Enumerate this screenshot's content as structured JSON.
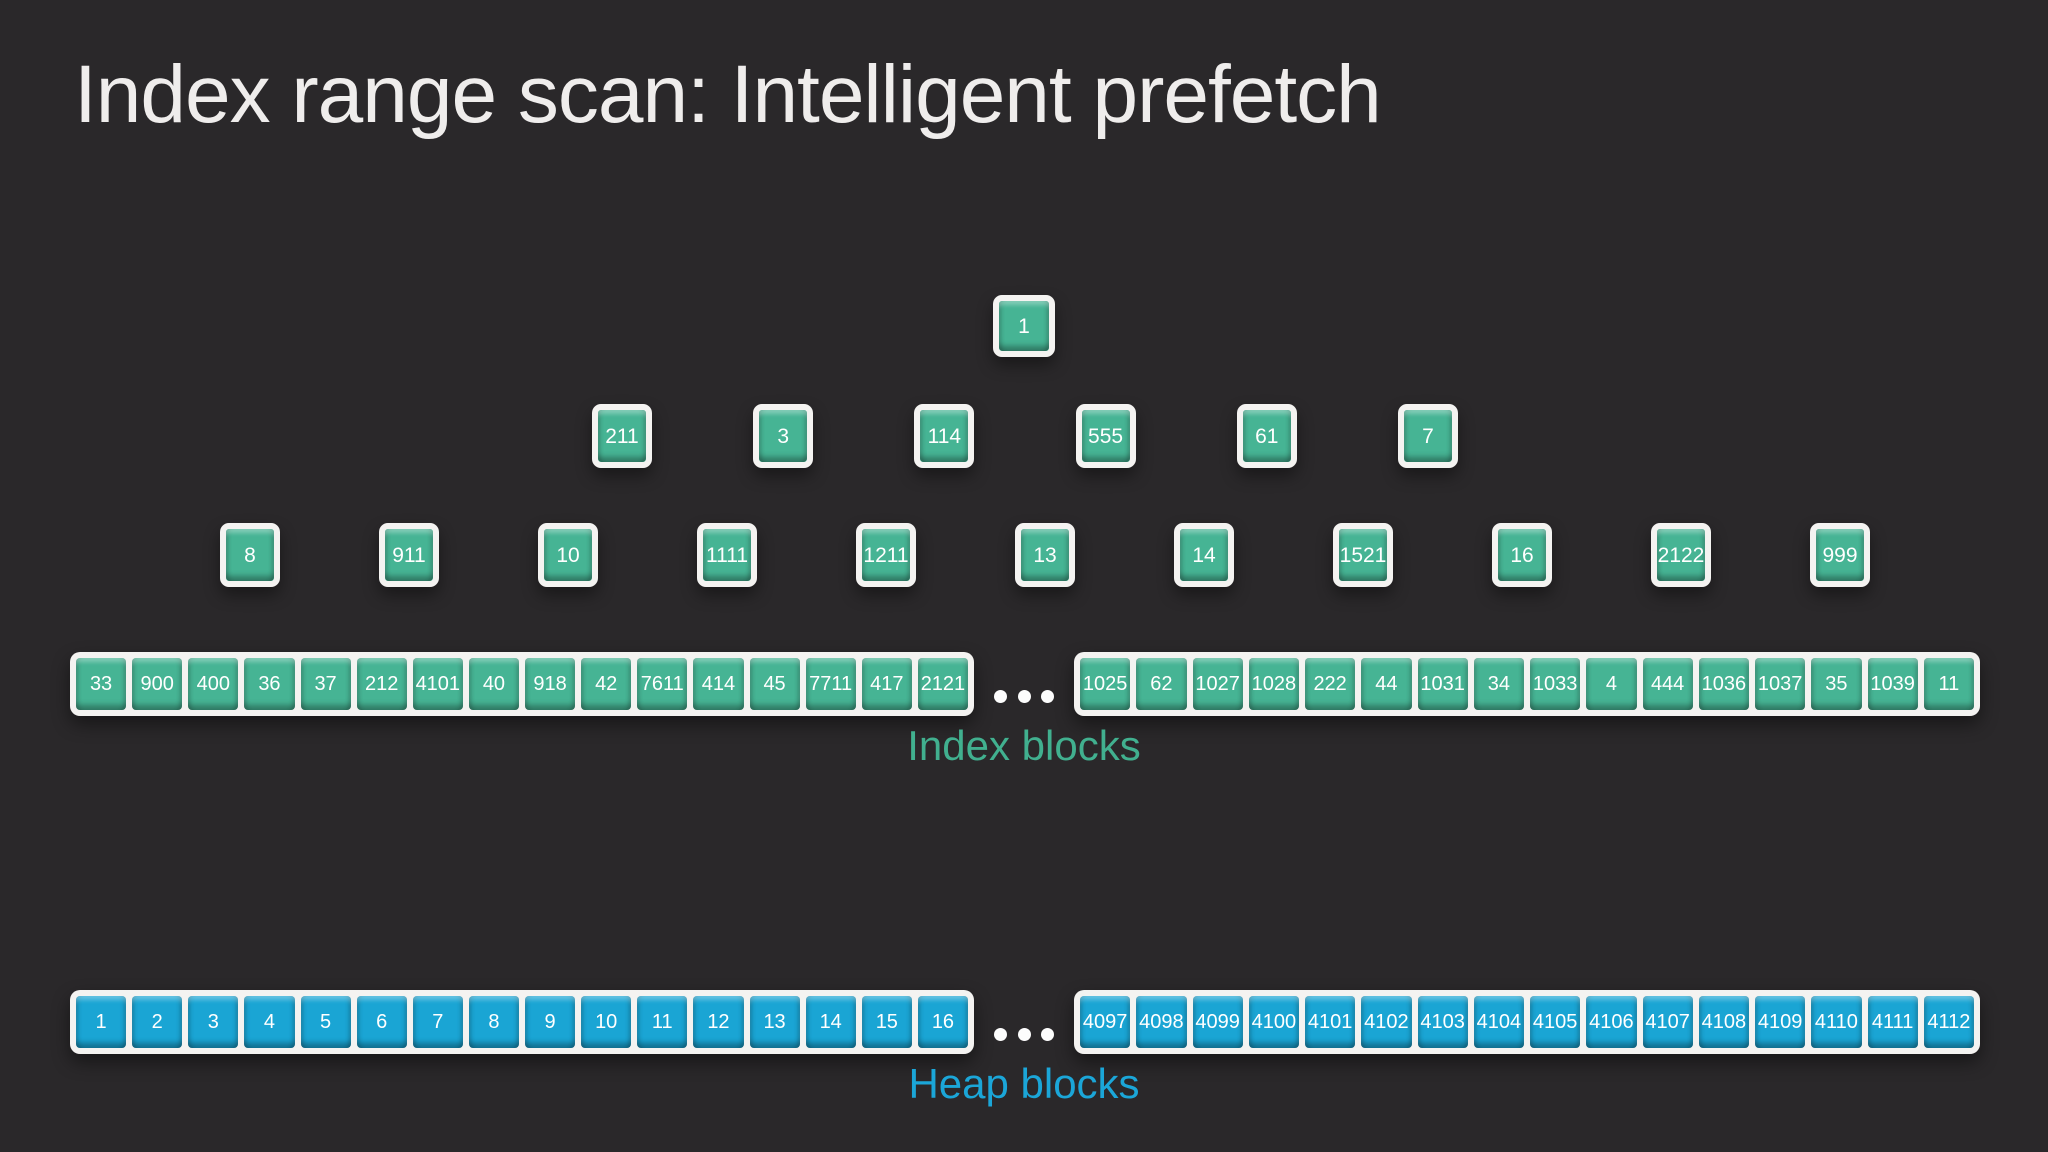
{
  "title": "Index range scan: Intelligent prefetch",
  "colors": {
    "background": "#2A282A",
    "index_green": "#46B494",
    "heap_blue": "#1AA5D4",
    "cell_border_white": "#F4F3F1",
    "index_label_color": "#41B08F",
    "heap_label_color": "#1BA6D8",
    "title_color": "#EFEDEC"
  },
  "tree": {
    "levels": [
      {
        "name": "root",
        "nodes": [
          "1"
        ]
      },
      {
        "name": "level-2",
        "nodes": [
          "211",
          "3",
          "114",
          "555",
          "61",
          "7"
        ]
      },
      {
        "name": "level-3",
        "nodes": [
          "8",
          "911",
          "10",
          "1111",
          "1211",
          "13",
          "14",
          "1521",
          "16",
          "2122",
          "999"
        ]
      }
    ]
  },
  "index_blocks": {
    "label": "Index blocks",
    "left": [
      "33",
      "900",
      "400",
      "36",
      "37",
      "212",
      "4101",
      "40",
      "918",
      "42",
      "7611",
      "414",
      "45",
      "7711",
      "417",
      "2121"
    ],
    "right": [
      "1025",
      "62",
      "1027",
      "1028",
      "222",
      "44",
      "1031",
      "34",
      "1033",
      "4",
      "444",
      "1036",
      "1037",
      "35",
      "1039",
      "11"
    ],
    "ellipsis": "•••"
  },
  "heap_blocks": {
    "label": "Heap blocks",
    "left": [
      "1",
      "2",
      "3",
      "4",
      "5",
      "6",
      "7",
      "8",
      "9",
      "10",
      "11",
      "12",
      "13",
      "14",
      "15",
      "16"
    ],
    "right": [
      "4097",
      "4098",
      "4099",
      "4100",
      "4101",
      "4102",
      "4103",
      "4104",
      "4105",
      "4106",
      "4107",
      "4108",
      "4109",
      "4110",
      "4111",
      "4112"
    ],
    "ellipsis": "•••"
  }
}
